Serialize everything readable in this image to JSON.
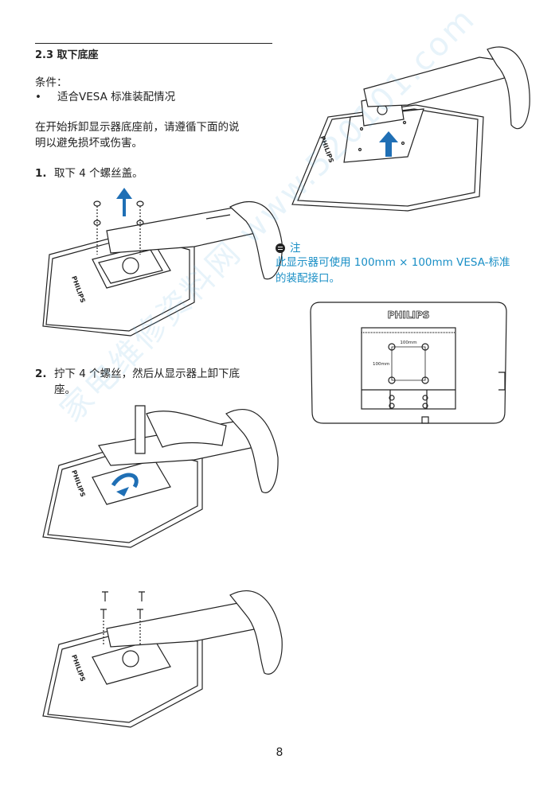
{
  "section": {
    "title": "2.3 取下底座"
  },
  "conditions": {
    "label": "条件：",
    "bullet": "•",
    "item": "适合VESA 标准装配情况"
  },
  "intro": {
    "line1": "在开始拆卸显示器底座前，请遵循下面的说",
    "line2": "明以避免损坏或伤害。"
  },
  "steps": [
    {
      "num": "1.",
      "text": "取下 4 个螺丝盖。"
    },
    {
      "num": "2.",
      "line1": "拧下 4 个螺丝，然后从显示器上卸下底",
      "line2": "座。"
    }
  ],
  "note": {
    "label": "注",
    "line1": "此显示器可使用 100mm × 100mm VESA-标准",
    "line2": "的装配接口。"
  },
  "rear_diagram": {
    "brand": "PHILIPS",
    "dim_h": "100mm",
    "dim_v": "100mm"
  },
  "monitor_brand": "PHILIPS",
  "watermark": "家电维修资料网 www.520101.com",
  "page_number": "8",
  "colors": {
    "accent": "#1a8fc6",
    "arrow": "#1f6fb5",
    "line": "#222222"
  }
}
